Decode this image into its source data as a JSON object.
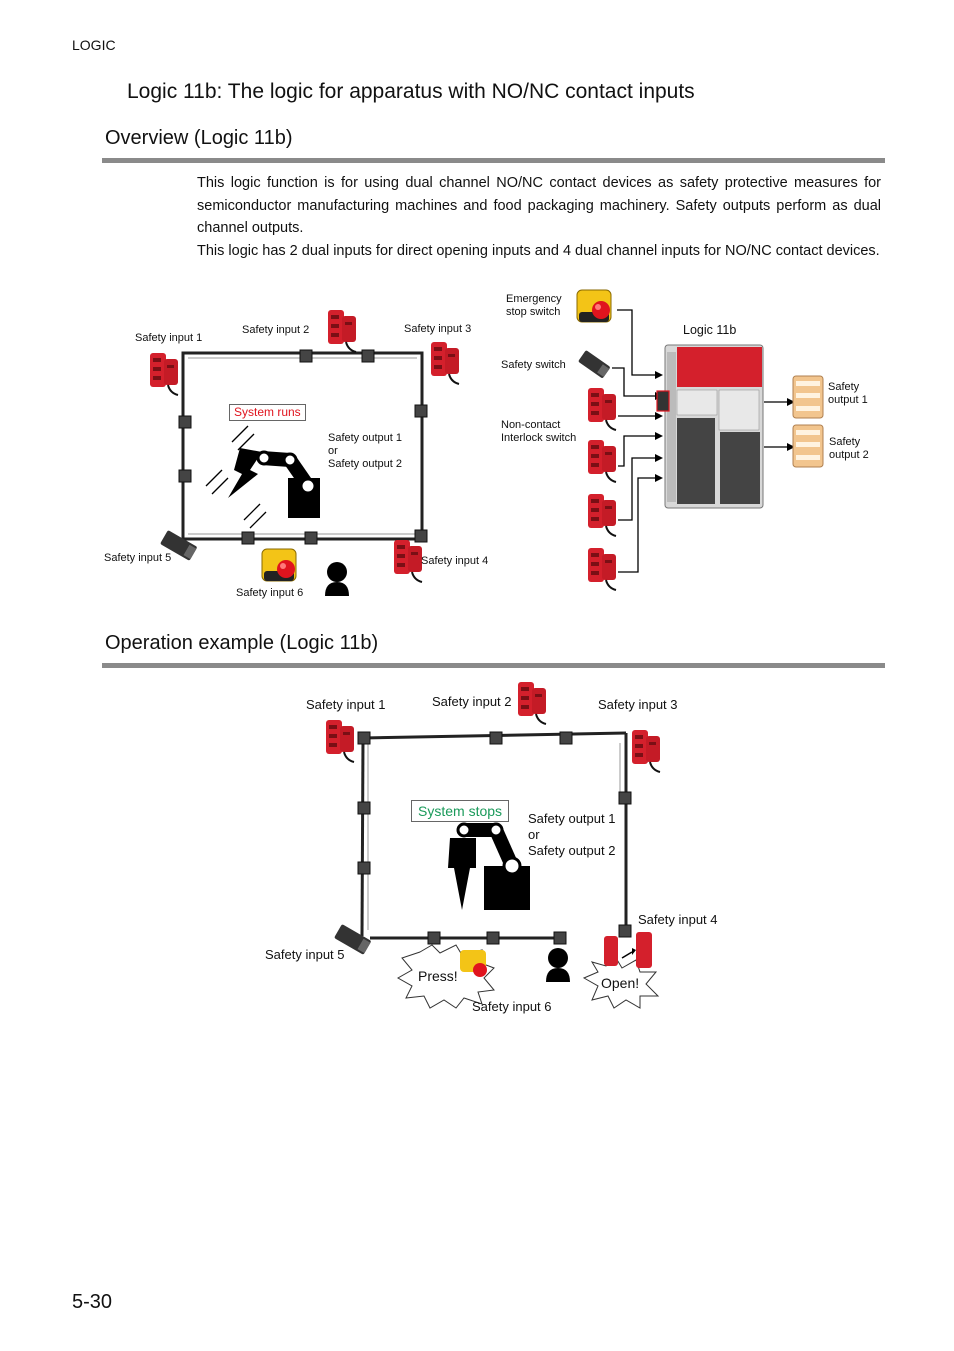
{
  "header": {
    "section_label": "LOGIC"
  },
  "title": "Logic 11b: The logic for apparatus with NO/NC contact inputs",
  "overview": {
    "heading": "Overview (Logic 11b)",
    "paragraphs": [
      "This logic function is for using dual channel NO/NC contact devices as safety protective measures for semiconductor manufacturing machines and food packaging machinery. Safety outputs perform as dual channel outputs.",
      "This logic has 2 dual inputs for direct opening inputs and 4 dual channel inputs for NO/NC contact devices."
    ],
    "figure": {
      "input1": "Safety input 1",
      "input2": "Safety input 2",
      "input3": "Safety input 3",
      "input4": "Safety input 4",
      "input5": "Safety input 5",
      "input6": "Safety input 6",
      "status": "System runs",
      "status_color": "#e0141e",
      "output_line1": "Safety output 1",
      "output_or": "or",
      "output_line2": "Safety output 2",
      "estop_line1": "Emergency",
      "estop_line2": "stop switch",
      "safety_switch": "Safety switch",
      "noncontact_line1": "Non-contact",
      "noncontact_line2": "Interlock switch",
      "controller": "Logic 11b",
      "out1_line1": "Safety",
      "out1_line2": "output 1",
      "out2_line1": "Safety",
      "out2_line2": "output 2"
    }
  },
  "operation": {
    "heading": "Operation example (Logic 11b)",
    "figure": {
      "input1": "Safety input 1",
      "input2": "Safety input 2",
      "input3": "Safety input 3",
      "input4": "Safety input 4",
      "input5": "Safety input 5",
      "input6": "Safety input 6",
      "status": "System stops",
      "status_color": "#1a9a5a",
      "output_line1": "Safety output 1",
      "output_or": "or",
      "output_line2": "Safety output 2",
      "press": "Press!",
      "open": "Open!"
    }
  },
  "footer": {
    "page_number": "5-30"
  },
  "colors": {
    "rule": "#8a8a8a",
    "switch_red": "#d4202c",
    "estop_yellow": "#f3c417",
    "relay": "#f2c58e"
  }
}
